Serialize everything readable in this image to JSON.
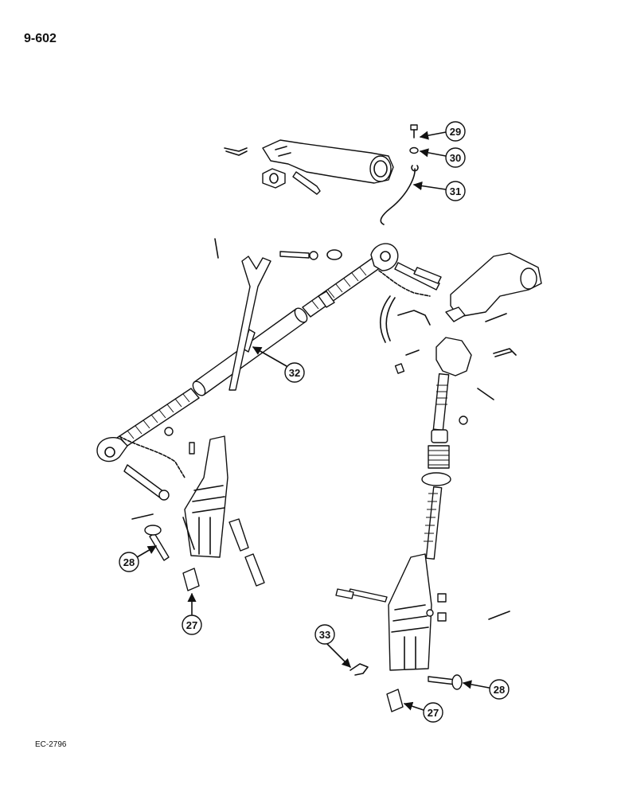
{
  "header": {
    "page_number": "9-602"
  },
  "footer": {
    "figure_code": "EC-2796"
  },
  "callouts": [
    {
      "id": "callout-29-top",
      "label": "29"
    },
    {
      "id": "callout-30-top",
      "label": "30"
    },
    {
      "id": "callout-31-top",
      "label": "31"
    },
    {
      "id": "callout-32-link",
      "label": "32"
    },
    {
      "id": "callout-28-left",
      "label": "28"
    },
    {
      "id": "callout-27-left",
      "label": "27"
    },
    {
      "id": "callout-33-right",
      "label": "33"
    },
    {
      "id": "callout-28-right",
      "label": "28"
    },
    {
      "id": "callout-27-right",
      "label": "27"
    }
  ]
}
